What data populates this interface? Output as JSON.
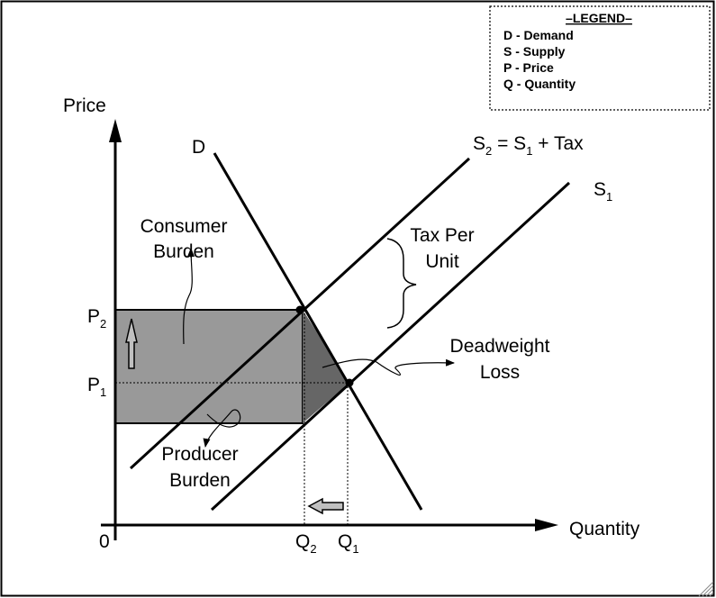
{
  "axes": {
    "y_label": "Price",
    "x_label": "Quantity",
    "origin": "0"
  },
  "curves": {
    "demand": {
      "label": "D"
    },
    "supply_taxed": {
      "label_main": "S",
      "label_sub": "2",
      "label_rest": " = S",
      "label_rest_sub": "1",
      "label_tail": " + Tax"
    },
    "supply": {
      "label_main": "S",
      "label_sub": "1"
    }
  },
  "prices": {
    "p2": {
      "main": "P",
      "sub": "2"
    },
    "p1": {
      "main": "P",
      "sub": "1"
    }
  },
  "quantities": {
    "q2": {
      "main": "Q",
      "sub": "2"
    },
    "q1": {
      "main": "Q",
      "sub": "1"
    }
  },
  "annotations": {
    "consumer_burden": [
      "Consumer",
      "Burden"
    ],
    "producer_burden": [
      "Producer",
      "Burden"
    ],
    "tax_per_unit": [
      "Tax Per",
      "Unit"
    ],
    "deadweight_loss": [
      "Deadweight",
      "Loss"
    ]
  },
  "legend": {
    "title": "–LEGEND–",
    "items": [
      "D - Demand",
      "S - Supply",
      "P - Price",
      "Q - Quantity"
    ]
  },
  "colors": {
    "tax_revenue_fill": "#999999",
    "deadweight_fill": "#666666",
    "arrow_fill": "#c0c0c0"
  }
}
